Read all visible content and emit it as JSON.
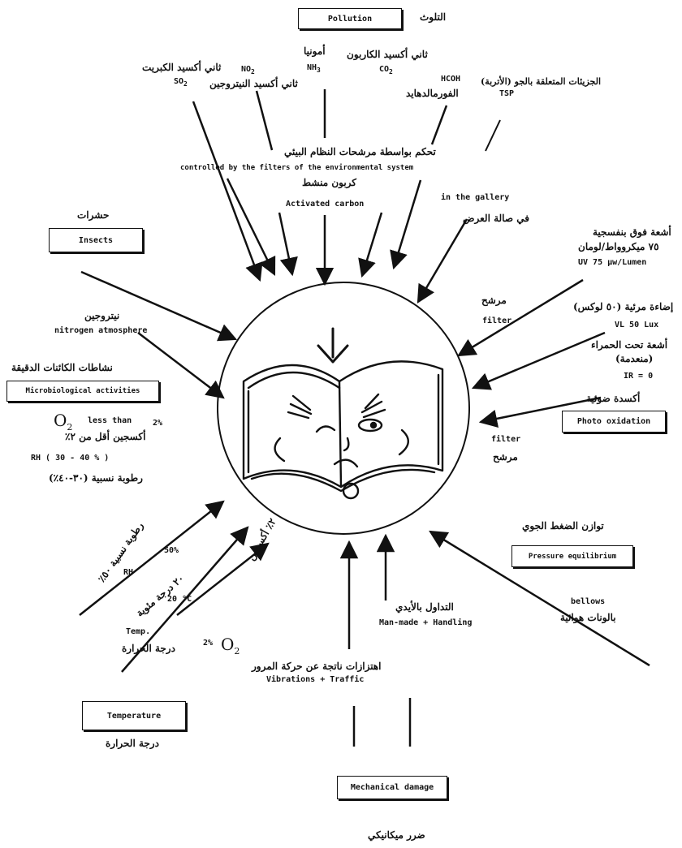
{
  "pollution": {
    "box": "Pollution",
    "ar": "التلوث",
    "so2_ar": "ثاني أكسيد الكبريت",
    "so2": "SO",
    "no2": "NO",
    "no2_ar": "ثاني أكسيد النيتروجين",
    "nh3_ar": "أمونيا",
    "nh3": "NH",
    "co2_ar": "ثاني أكسيد الكاربون",
    "co2": "CO",
    "hcoh": "HCOH",
    "hcoh_ar": "الفورمالدهايد",
    "tsp_ar": "الجزيئات المتعلقة بالجو (الأتربة)",
    "tsp": "TSP",
    "control_ar": "تحكم بواسطة مرشحات النظام البيئي",
    "control": "controlled by the filters of the environmental system",
    "carbon_ar": "كربون منشط",
    "carbon": "Activated carbon"
  },
  "gallery": {
    "en": "in the gallery",
    "ar": "في صالة العرض"
  },
  "insects": {
    "ar": "حشرات",
    "box": "Insects"
  },
  "nitrogen": {
    "ar": "نيتروجين",
    "en": "nitrogen atmosphere"
  },
  "micro": {
    "ar": "نشاطات الكائنات الدقيقة",
    "box": "Microbiological activities",
    "o2": "O",
    "o2_sub": "2",
    "less_than": "less than",
    "two_pct": "2%",
    "o2_ar": "أكسجين أقل من ٢٪",
    "rh": "RH  ( 30 - 40 % )",
    "rh_ar": "رطوبة نسبية (٣٠-٤٠٪)"
  },
  "uv": {
    "ar1": "أشعة فوق بنفسجية",
    "ar2": "٧٥ ميكروواط/لومان",
    "en": "UV 75 µw/Lumen",
    "filter_ar": "مرشح",
    "filter": "filter",
    "vis_ar": "إضاءة مرئية (٥٠ لوكس)",
    "vis": "VL 50 Lux",
    "ir_ar1": "أشعة تحت الحمراء",
    "ir_ar2": "(منعدمة)",
    "ir": "IR = 0",
    "photo_ar": "أكسدة ضوئية",
    "photo_box": "Photo oxidation",
    "filter2": "filter",
    "filter2_ar": "مرشح"
  },
  "pressure": {
    "ar": "توازن الضغط الجوي",
    "box": "Pressure equilibrium",
    "bellows": "bellows",
    "bellows_ar": "بالونات هوائية"
  },
  "handling": {
    "ar": "التداول بالأيدي",
    "en": "Man-made + Handling"
  },
  "vibration": {
    "ar": "اهتزازات ناتجة عن حركة المرور",
    "en": "Vibrations + Traffic"
  },
  "mechanical": {
    "box": "Mechanical damage",
    "ar": "ضرر ميكانيكي"
  },
  "temperature": {
    "rh_ar": "رطوبة نسبية ٥٠٪",
    "fifty": "50%",
    "rh": "RH",
    "deg_ar": "٢٠ درجة مئوية",
    "deg": "20 °C",
    "temp": "Temp.",
    "temp_ar": "درجة الحرارة",
    "o2_ar": "٢٪ أكسجين",
    "two": "2%",
    "o2": "O",
    "o2_sub": "2",
    "box": "Temperature",
    "box_ar": "درجة الحرارة"
  }
}
